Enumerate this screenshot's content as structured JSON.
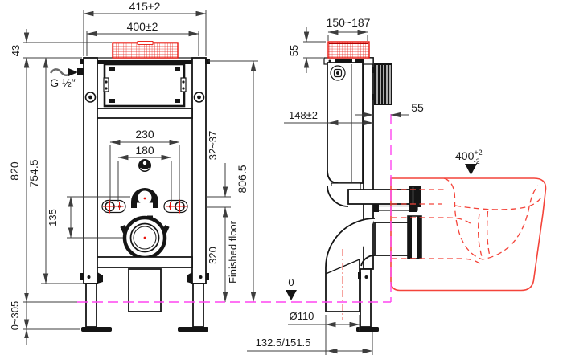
{
  "meta": {
    "drawing_type": "technical installation drawing",
    "subject": "concealed cistern frame for wall-hung toilet, front and side views"
  },
  "colors": {
    "line": "#151515",
    "dimension": "#3d3d3d",
    "red": "#e8150d",
    "toilet_red": "#f4443a",
    "magenta": "#ff45f0"
  },
  "front_view": {
    "labels": {
      "width_outer": "415±2",
      "width_plate": "400±2",
      "plate_height": "43",
      "total_height": "820",
      "rail_length": "754.5",
      "inlet": "G ½″",
      "bolt_spacing_outer": "230",
      "bolt_spacing_inner": "180",
      "bend_to_drain": "135",
      "adjust_range": "32~37",
      "top_to_floor": "806.5",
      "drain_to_floor": "320",
      "floor_line": "Finished floor",
      "foot_adjust": "0~305"
    }
  },
  "side_view": {
    "labels": {
      "plate_depth": "150~187",
      "plate_thickness": "55",
      "frame_depth": "148±2",
      "wall_clearance": "55",
      "rim_height": "400",
      "rim_height_tol_up": "+2",
      "rim_height_tol_down": "-2",
      "floor_zero": "0",
      "drain_pipe_diameter": "Ø110",
      "drain_center_options": "132.5/151.5"
    }
  }
}
